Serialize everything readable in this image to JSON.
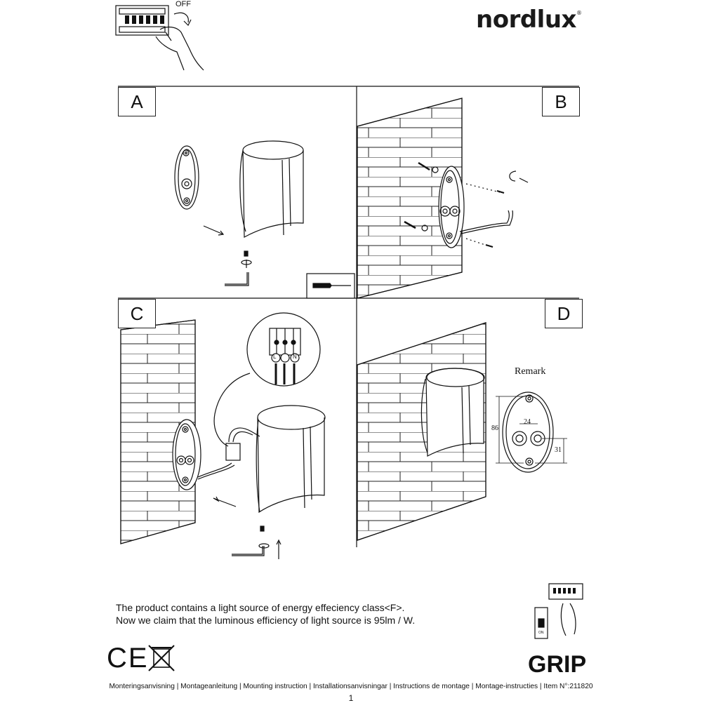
{
  "brand": {
    "name": "nordlux",
    "registered": "®"
  },
  "header": {
    "switch_label": "OFF"
  },
  "panels": {
    "a": "A",
    "b": "B",
    "c": "C",
    "d": "D"
  },
  "wiring": {
    "terminal_l": "L",
    "terminal_n": "N"
  },
  "remark": {
    "title": "Remark",
    "dim_height": "86",
    "dim_spacing": "24",
    "dim_offset": "31"
  },
  "notes": {
    "line1": "The product contains a light source of energy effeciency class<F>.",
    "line2": "Now we claim that the luminous efficiency of light source is 95lm / W."
  },
  "corner_icon": {
    "label_on": "ON"
  },
  "product": {
    "name": "GRIP"
  },
  "footer": {
    "instructions": "Monteringsanvisning | Montageanleitung | Mounting instruction | Installationsanvisningar | Instructions de montage | Montage-instructies | Item N°:211820",
    "page": "1"
  },
  "marks": {
    "ce": "CE"
  }
}
